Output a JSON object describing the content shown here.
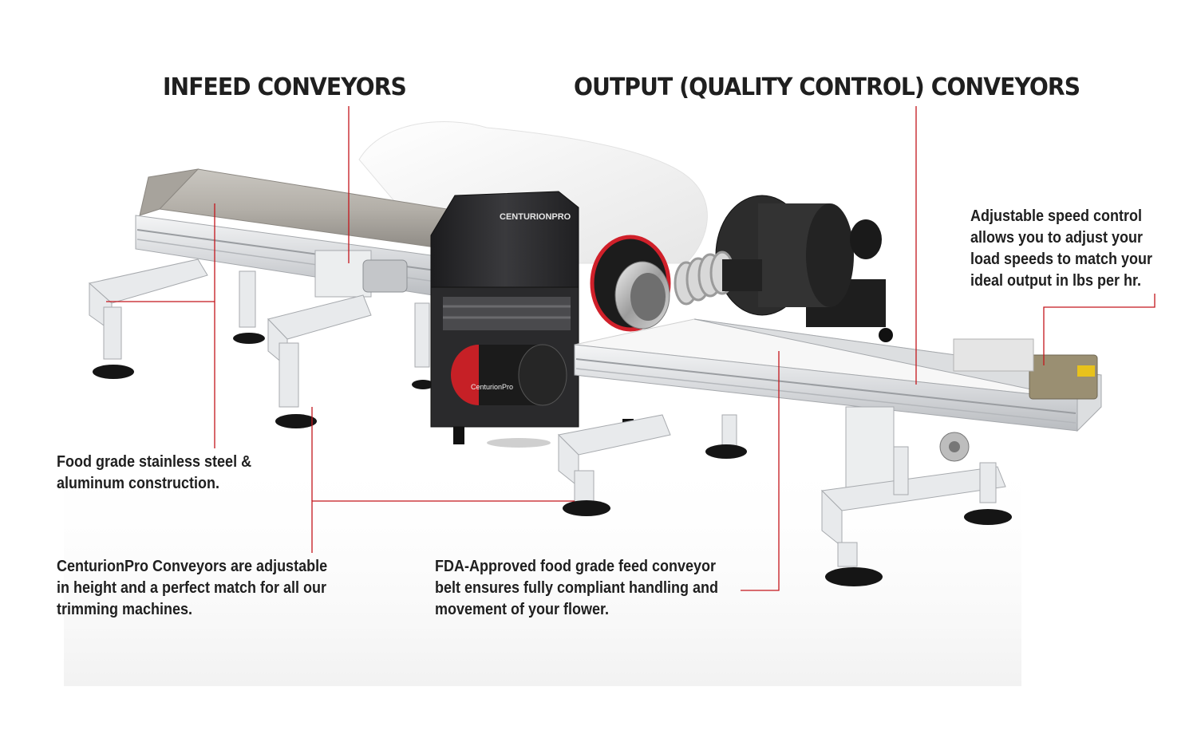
{
  "headings": {
    "infeed": "INFEED CONVEYORS",
    "output": "OUTPUT (QUALITY CONTROL) CONVEYORS"
  },
  "callouts": {
    "speed_control": [
      "Adjustable speed control",
      "allows you to adjust your",
      "load speeds to match your",
      "ideal output in lbs per hr."
    ],
    "construction": [
      "Food grade stainless steel &",
      "aluminum construction."
    ],
    "adjustable": [
      "CenturionPro Conveyors are adjustable",
      "in height and a perfect match for all our",
      "trimming machines."
    ],
    "fda_belt": [
      "FDA-Approved food grade feed conveyor",
      "belt ensures fully compliant handling and",
      "movement of your flower."
    ]
  },
  "brand": {
    "machine_logo": "CENTURIONPRO",
    "motor_logo": "CenturionPro"
  },
  "colors": {
    "leader_line": "#c4161c",
    "heading_text": "#1f1f1f",
    "machine_body": "#2b2b2d",
    "accent_ring": "#d0202a",
    "frame_aluminum": "#e6e8ea"
  }
}
